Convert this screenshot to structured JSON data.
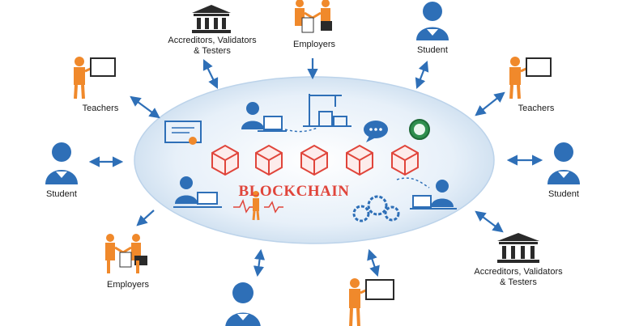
{
  "center": {
    "title": "BLOCKCHAIN"
  },
  "nodes": {
    "accreditors_top": {
      "label": "Accreditors, Validators\n& Testers",
      "icon": "institution-icon"
    },
    "employers_top": {
      "label": "Employers",
      "icon": "employer-handshake-icon"
    },
    "student_top_right": {
      "label": "Student",
      "icon": "student-icon"
    },
    "teachers_left": {
      "label": "Teachers",
      "icon": "teacher-icon"
    },
    "teachers_right": {
      "label": "Teachers",
      "icon": "teacher-icon"
    },
    "student_left": {
      "label": "Student",
      "icon": "student-icon"
    },
    "student_right": {
      "label": "Student",
      "icon": "student-icon"
    },
    "employers_bottom": {
      "label": "Employers",
      "icon": "employer-handshake-icon"
    },
    "accreditors_bottom": {
      "label": "Accreditors, Validators\n& Testers",
      "icon": "institution-icon"
    },
    "student_bottom": {
      "label": "",
      "icon": "student-icon"
    },
    "teacher_bottom": {
      "label": "",
      "icon": "teacher-icon"
    }
  },
  "colors": {
    "orange": "#f0892b",
    "blue": "#2e6fb7",
    "blue_dark": "#1f4f8f",
    "red_block": "#e0453b",
    "ellipse": "#dbe9f6",
    "text": "#1a1a1a"
  }
}
